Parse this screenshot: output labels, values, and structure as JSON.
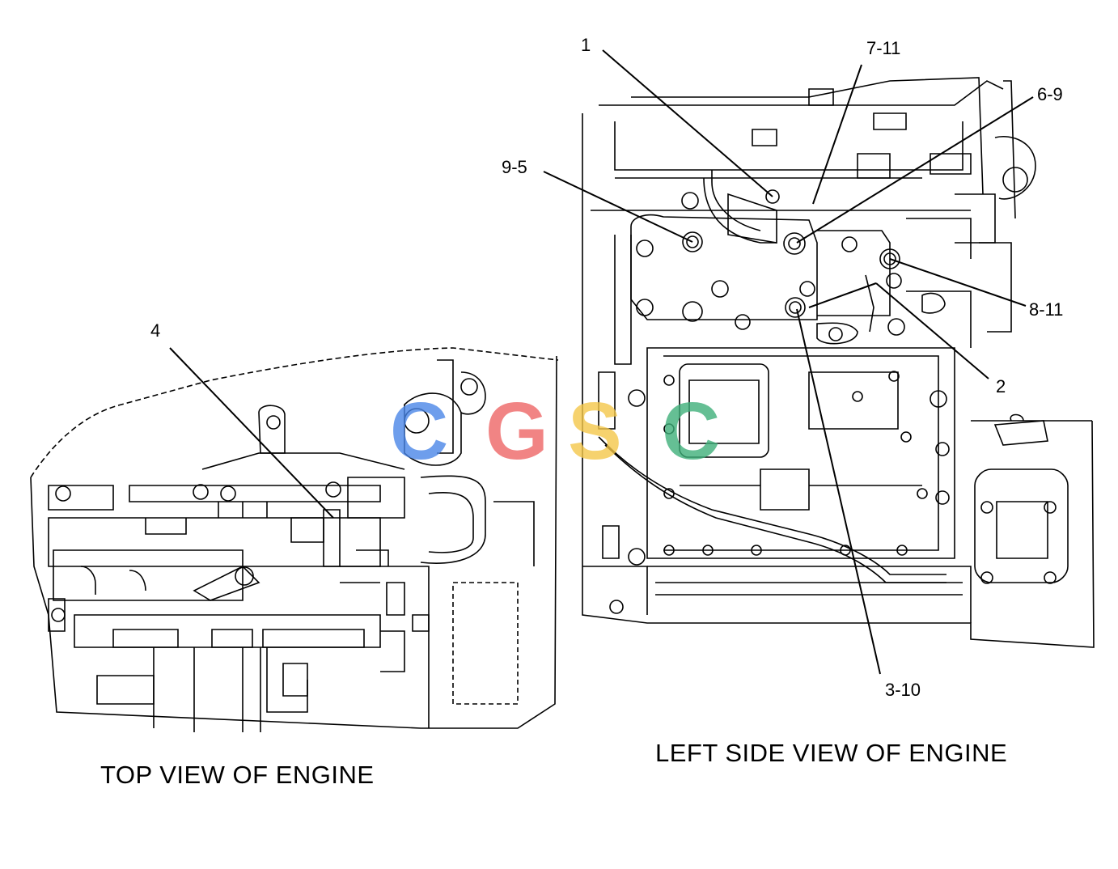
{
  "views": {
    "top_title": "TOP VIEW OF ENGINE",
    "left_title": "LEFT SIDE VIEW OF ENGINE"
  },
  "callouts": {
    "c1": "1",
    "c7_11": "7-11",
    "c6_9": "6-9",
    "c9_5": "9-5",
    "c8_11": "8-11",
    "c2": "2",
    "c3_10": "3-10",
    "c4": "4"
  },
  "watermark": {
    "letters": [
      "C",
      "G",
      "S",
      "C"
    ],
    "colors": [
      "#4a86e8",
      "#ee6666",
      "#f5c84a",
      "#3fb07a"
    ]
  },
  "colors": {
    "line": "#000000",
    "background": "#ffffff"
  }
}
